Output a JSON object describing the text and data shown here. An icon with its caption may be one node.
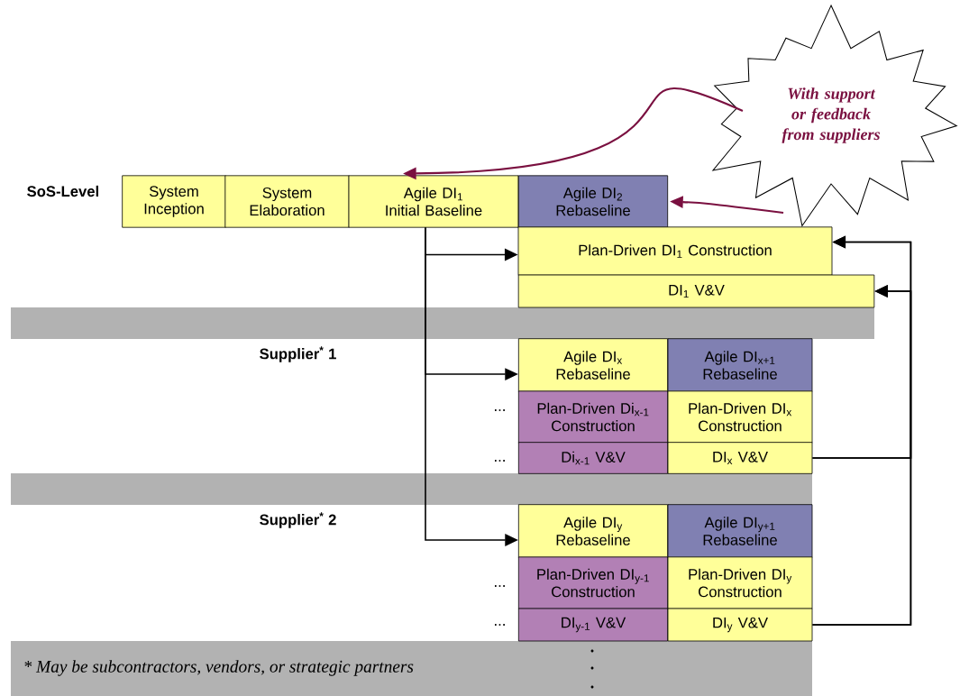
{
  "diagram": {
    "nodes": [
      {
        "text": [
          "System Inception"
        ]
      },
      {
        "text": [
          "System Elaboration"
        ]
      },
      {
        "text": [
          "Agile DI$_{1}$ Initial Baseline"
        ]
      },
      {
        "text": [
          "Agile DI$_{2}$ Rebaseline"
        ]
      },
      {
        "text": [
          "Plan-Driven DI$_{1}$ Construction"
        ]
      },
      {
        "text": [
          "DI$_{1}$ V&V"
        ]
      },
      {
        "text": [
          "With support or feedback from suppliers"
        ]
      },
      {
        "text": [
          "Agile DI$_{x}$ Rebaseline"
        ]
      },
      {
        "text": [
          "Agile DI$_{x+1}$ Rebaseline"
        ]
      },
      {
        "text": [
          "Plan-Driven Di$_{x-1}$ Construction"
        ]
      },
      {
        "text": [
          "Plan-Driven DI$_{x}$ Construction"
        ]
      },
      {
        "text": [
          "Di$_{x-1}$ V&V"
        ]
      },
      {
        "text": [
          "DI$_{x}$ V&V"
        ]
      },
      {
        "text": [
          "Agile DI$_{y}$ Rebaseline"
        ]
      },
      {
        "text": [
          "Agile DI$_{y+1}$ Rebaseline"
        ]
      },
      {
        "text": [
          "Plan-Driven DI$_{y-1}$ Construction"
        ]
      },
      {
        "text": [
          "Plan-Driven DI$_{y}$ Construction"
        ]
      },
      {
        "text": [
          "DI$_{y-1}$ V&V"
        ]
      },
      {
        "text": [
          "DI$_{y}$ V&V"
        ]
      }
    ],
    "edges": [
      {
        "from": 6,
        "to": 2,
        "arrow": "to",
        "color": "#7a1040"
      },
      {
        "from": 6,
        "to": 3,
        "arrow": "to",
        "color": "#7a1040"
      },
      {
        "from": 2,
        "to": 4,
        "arrow": "to"
      },
      {
        "from": 2,
        "to": 7,
        "arrow": "to"
      },
      {
        "from": 2,
        "to": 13,
        "arrow": "to"
      },
      {
        "from": 12,
        "to": 4,
        "arrow": "to"
      },
      {
        "from": 12,
        "to": 5,
        "arrow": "to"
      },
      {
        "from": 18,
        "to": 4,
        "arrow": "to"
      },
      {
        "from": 18,
        "to": 5,
        "arrow": "to"
      }
    ],
    "labels": [
      "SoS-Level",
      "Supplier$^{*}$ 1",
      "...",
      "...",
      "Supplier$^{*}$ 2",
      "...",
      "...",
      "* May be subcontractors, vendors, or strategic partners"
    ]
  }
}
